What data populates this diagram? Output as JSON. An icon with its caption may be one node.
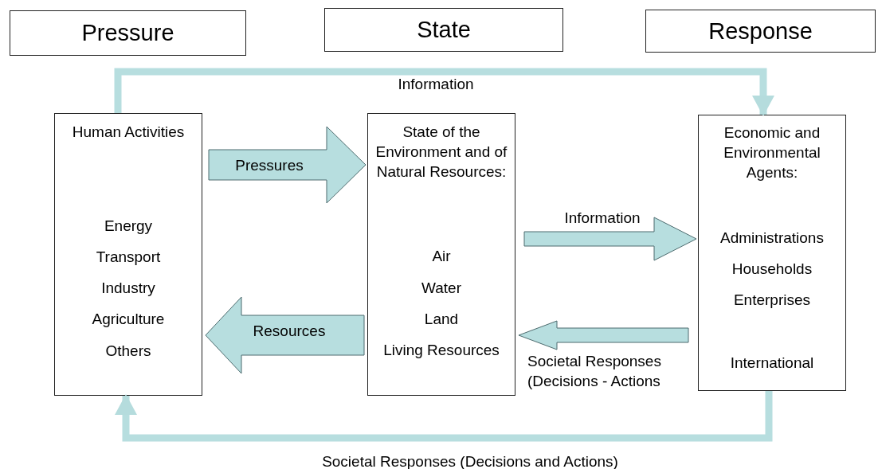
{
  "diagram": {
    "nodes": [
      {
        "text": [
          "Pressure"
        ]
      },
      {
        "text": [
          "State"
        ]
      },
      {
        "text": [
          "Response"
        ]
      },
      {
        "text": [
          "Human Activities",
          "Energy",
          "Transport",
          "Industry",
          "Agriculture",
          "Others"
        ]
      },
      {
        "text": [
          "State of the Environment and of Natural Resources:",
          "Air",
          "Water",
          "Land",
          "Living Resources"
        ]
      },
      {
        "text": [
          "Economic and Environmental Agents:",
          "Administrations",
          "Households",
          "Enterprises",
          "International"
        ]
      }
    ],
    "edges": [
      {
        "from": 3,
        "to": 5,
        "arrow": "to",
        "label": "Information"
      },
      {
        "from": 3,
        "to": 4,
        "arrow": "to",
        "label": "Pressures"
      },
      {
        "from": 4,
        "to": 5,
        "arrow": "to",
        "label": "Information"
      },
      {
        "from": 5,
        "to": 4,
        "arrow": "to",
        "label": "Societal Responses (Decisions - Actions"
      },
      {
        "from": 4,
        "to": 3,
        "arrow": "to",
        "label": "Resources"
      },
      {
        "from": 5,
        "to": 3,
        "arrow": "to",
        "label": "Societal Responses (Decisions and Actions)"
      }
    ]
  }
}
